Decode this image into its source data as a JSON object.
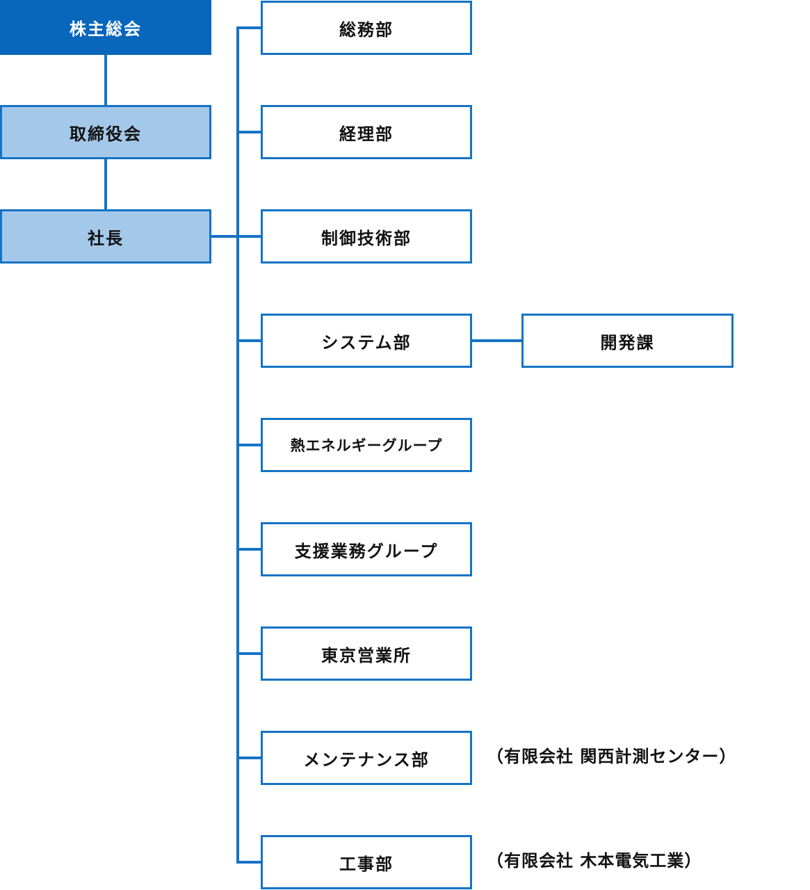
{
  "chart": {
    "colors": {
      "accent": "#1473c4",
      "top_fill": "#0866bb",
      "exec_fill": "#a4c8ea",
      "text": "#111111"
    },
    "top": {
      "shareholders": "株主総会",
      "board": "取締役会",
      "president": "社長"
    },
    "departments": [
      {
        "label": "総務部"
      },
      {
        "label": "経理部"
      },
      {
        "label": "制御技術部"
      },
      {
        "label": "システム部",
        "sub": "開発課"
      },
      {
        "label": "熱エネルギーグループ"
      },
      {
        "label": "支援業務グループ"
      },
      {
        "label": "東京営業所"
      },
      {
        "label": "メンテナンス部",
        "note": "（有限会社 関西計測センター）"
      },
      {
        "label": "工事部",
        "note": "（有限会社 木本電気工業）"
      }
    ]
  }
}
